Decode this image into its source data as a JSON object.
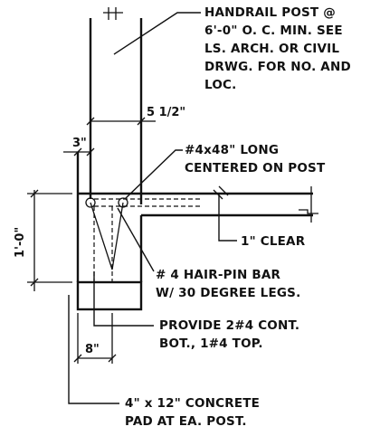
{
  "callouts": {
    "handrail_post": [
      "HANDRAIL POST @",
      "6'-0\" O. C. MIN. SEE",
      "LS. ARCH. OR CIVIL",
      "DRWG. FOR NO. AND",
      "LOC."
    ],
    "rebar_long": [
      "#4x48\" LONG",
      "CENTERED ON POST"
    ],
    "clear": "1\" CLEAR",
    "hairpin": [
      "# 4 HAIR-PIN BAR",
      "W/ 30 DEGREE LEGS."
    ],
    "cont_bars": [
      "PROVIDE 2#4 CONT.",
      "BOT., 1#4 TOP."
    ],
    "pad": [
      "4\" x 12\" CONCRETE",
      "PAD AT EA. POST."
    ]
  },
  "dimensions": {
    "post_width": "5 1/2\"",
    "post_offset": "3\"",
    "height": "1'-0\"",
    "pad_width": "8\""
  }
}
